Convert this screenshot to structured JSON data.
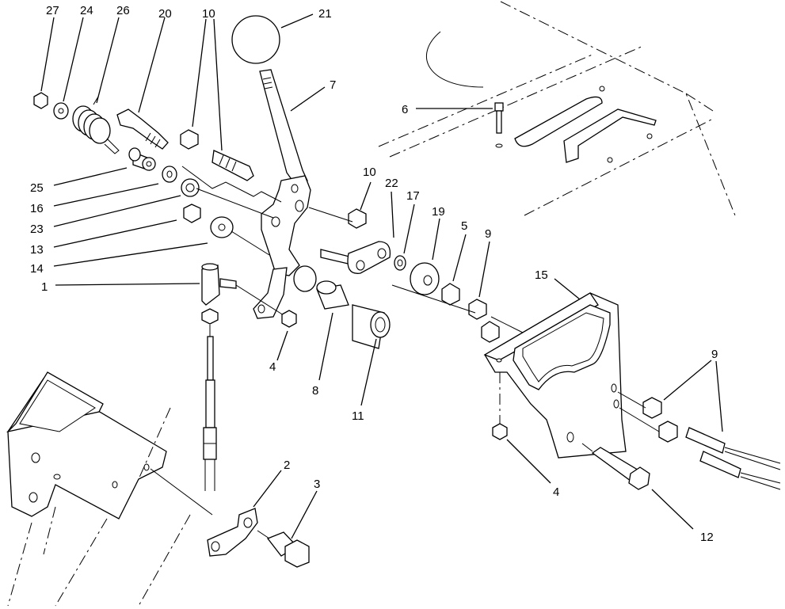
{
  "diagram": {
    "callouts": [
      "27",
      "24",
      "26",
      "20",
      "10",
      "21",
      "7",
      "6",
      "25",
      "16",
      "23",
      "13",
      "14",
      "1",
      "10",
      "22",
      "17",
      "19",
      "5",
      "9",
      "4",
      "8",
      "11",
      "15",
      "9",
      "4",
      "2",
      "3",
      "12"
    ]
  }
}
